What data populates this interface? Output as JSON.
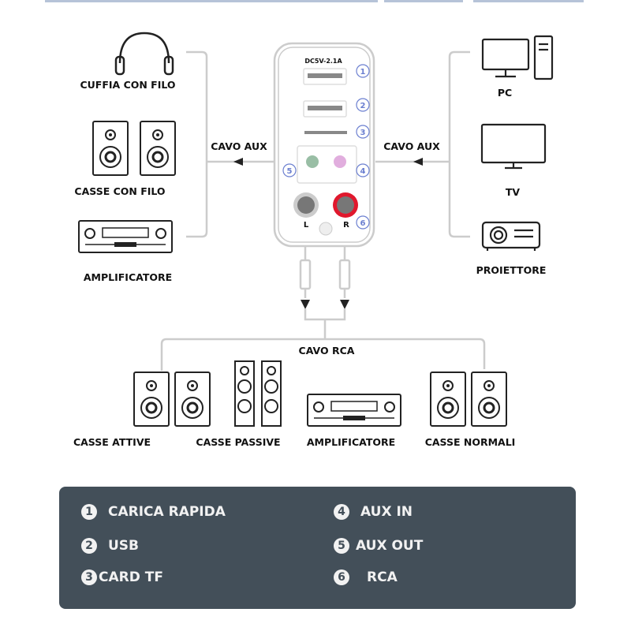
{
  "device": {
    "power_label": "DC5V-2.1A",
    "ports": [
      "1",
      "2",
      "3",
      "4",
      "5",
      "6"
    ],
    "rca_left": "L",
    "rca_right": "R"
  },
  "left_devices": [
    {
      "label": "CUFFIA CON FILO",
      "icon": "headphones-icon"
    },
    {
      "label": "CASSE CON FILO",
      "icon": "speakers-icon"
    },
    {
      "label": "AMPLIFICATORE",
      "icon": "amplifier-icon"
    }
  ],
  "right_devices": [
    {
      "label": "PC",
      "icon": "pc-icon"
    },
    {
      "label": "TV",
      "icon": "tv-icon"
    },
    {
      "label": "PROIETTORE",
      "icon": "projector-icon"
    }
  ],
  "cables": {
    "aux_left": "CAVO AUX",
    "aux_right": "CAVO AUX",
    "rca": "CAVO RCA"
  },
  "bottom_devices": [
    {
      "label": "CASSE ATTIVE"
    },
    {
      "label": "CASSE PASSIVE"
    },
    {
      "label": "AMPLIFICATORE"
    },
    {
      "label": "CASSE NORMALI"
    }
  ],
  "legend": [
    {
      "num": "1",
      "label": "CARICA RAPIDA"
    },
    {
      "num": "2",
      "label": "USB"
    },
    {
      "num": "3",
      "label": "CARD TF"
    },
    {
      "num": "4",
      "label": "AUX IN"
    },
    {
      "num": "5",
      "label": "AUX OUT"
    },
    {
      "num": "6",
      "label": "RCA"
    }
  ],
  "colors": {
    "panel": "#434f59",
    "port_number": "#6b7fd0",
    "aux_in": "#d99ad6",
    "aux_out": "#7fae8e",
    "rca_right": "#e0182d"
  }
}
